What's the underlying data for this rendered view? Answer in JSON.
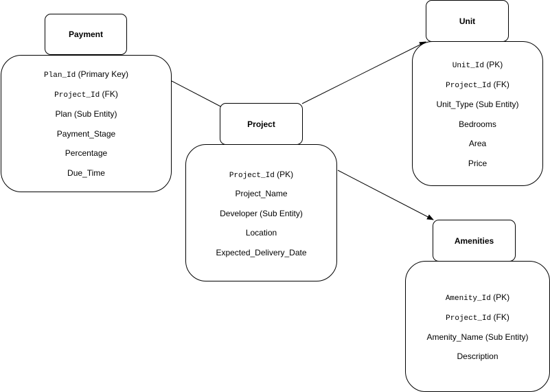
{
  "entities": {
    "payment": {
      "title": "Payment",
      "attributes": [
        {
          "name": "Plan_Id",
          "note": " (Primary Key)"
        },
        {
          "name": "Project_Id",
          "note": " (FK)"
        },
        {
          "name": "",
          "note": "Plan (Sub Entity)"
        },
        {
          "name": "",
          "note": "Payment_Stage"
        },
        {
          "name": "",
          "note": "Percentage"
        },
        {
          "name": "",
          "note": "Due_Time"
        }
      ]
    },
    "project": {
      "title": "Project",
      "attributes": [
        {
          "name": "Project_Id",
          "note": " (PK)"
        },
        {
          "name": "",
          "note": "Project_Name"
        },
        {
          "name": "",
          "note": "Developer (Sub Entity)"
        },
        {
          "name": "",
          "note": "Location"
        },
        {
          "name": "",
          "note": "Expected_Delivery_Date"
        }
      ]
    },
    "unit": {
      "title": "Unit",
      "attributes": [
        {
          "name": "Unit_Id",
          "note": " (PK)"
        },
        {
          "name": "Project_Id",
          "note": " (FK)"
        },
        {
          "name": "",
          "note": "Unit_Type (Sub Entity)"
        },
        {
          "name": "",
          "note": "Bedrooms"
        },
        {
          "name": "",
          "note": "Area"
        },
        {
          "name": "",
          "note": "Price"
        }
      ]
    },
    "amenities": {
      "title": "Amenities",
      "attributes": [
        {
          "name": "Amenity_Id",
          "note": " (PK)"
        },
        {
          "name": "Project_Id",
          "note": " (FK)"
        },
        {
          "name": "",
          "note": "Amenity_Name (Sub Entity)"
        },
        {
          "name": "",
          "note": "Description"
        }
      ]
    }
  },
  "edges": [
    {
      "from": "payment",
      "to": "project",
      "arrow": false
    },
    {
      "from": "project",
      "to": "unit",
      "arrow": true
    },
    {
      "from": "project",
      "to": "amenities",
      "arrow": true
    }
  ],
  "colors": {
    "stroke": "#000000",
    "fill": "#ffffff"
  }
}
